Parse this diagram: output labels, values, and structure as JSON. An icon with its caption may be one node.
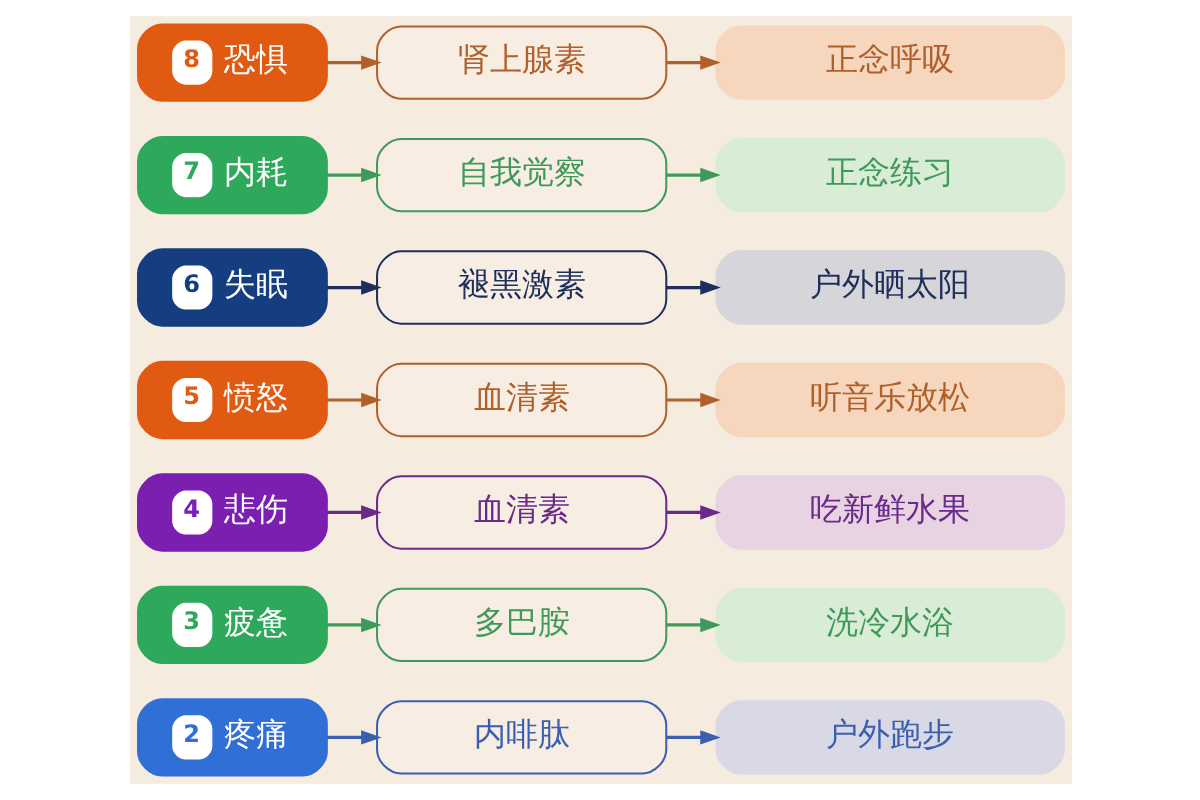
{
  "diagram": {
    "nodes": [
      {
        "text": [
          "2",
          "疼痛"
        ]
      },
      {
        "text": [
          "内啡肽"
        ]
      },
      {
        "text": [
          "户外跑步"
        ]
      },
      {
        "text": [
          "3",
          "疲惫"
        ]
      },
      {
        "text": [
          "多巴胺"
        ]
      },
      {
        "text": [
          "洗冷水浴"
        ]
      },
      {
        "text": [
          "4",
          "悲伤"
        ]
      },
      {
        "text": [
          "血清素"
        ]
      },
      {
        "text": [
          "吃新鲜水果"
        ]
      },
      {
        "text": [
          "5",
          "愤怒"
        ]
      },
      {
        "text": [
          "血清素"
        ]
      },
      {
        "text": [
          "听音乐放松"
        ]
      },
      {
        "text": [
          "6",
          "失眠"
        ]
      },
      {
        "text": [
          "褪黑激素"
        ]
      },
      {
        "text": [
          "户外晒太阳"
        ]
      },
      {
        "text": [
          "7",
          "内耗"
        ]
      },
      {
        "text": [
          "自我觉察"
        ]
      },
      {
        "text": [
          "正念练习"
        ]
      },
      {
        "text": [
          "8",
          "恐惧"
        ]
      },
      {
        "text": [
          "肾上腺素"
        ]
      },
      {
        "text": [
          "正念呼吸"
        ]
      }
    ],
    "edges": [
      {
        "from": 0,
        "to": 1,
        "arrow": "to",
        "color": "#3a5fb0"
      },
      {
        "from": 1,
        "to": 2,
        "arrow": "to",
        "color": "#3a5fb0"
      },
      {
        "from": 3,
        "to": 4,
        "arrow": "to",
        "color": "#3f9a5a"
      },
      {
        "from": 4,
        "to": 5,
        "arrow": "to",
        "color": "#3f9a5a"
      },
      {
        "from": 6,
        "to": 7,
        "arrow": "to",
        "color": "#6a2a8a"
      },
      {
        "from": 7,
        "to": 8,
        "arrow": "to",
        "color": "#6a2a8a"
      },
      {
        "from": 9,
        "to": 10,
        "arrow": "to",
        "color": "#b0602a"
      },
      {
        "from": 10,
        "to": 11,
        "arrow": "to",
        "color": "#b0602a"
      },
      {
        "from": 12,
        "to": 13,
        "arrow": "to",
        "color": "#1d2f5a"
      },
      {
        "from": 13,
        "to": 14,
        "arrow": "to",
        "color": "#1d2f5a"
      },
      {
        "from": 15,
        "to": 16,
        "arrow": "to",
        "color": "#3f9a5a"
      },
      {
        "from": 16,
        "to": 17,
        "arrow": "to",
        "color": "#3f9a5a"
      },
      {
        "from": 18,
        "to": 19,
        "arrow": "to",
        "color": "#b0602a"
      },
      {
        "from": 19,
        "to": 20,
        "arrow": "to",
        "color": "#b0602a"
      }
    ]
  }
}
